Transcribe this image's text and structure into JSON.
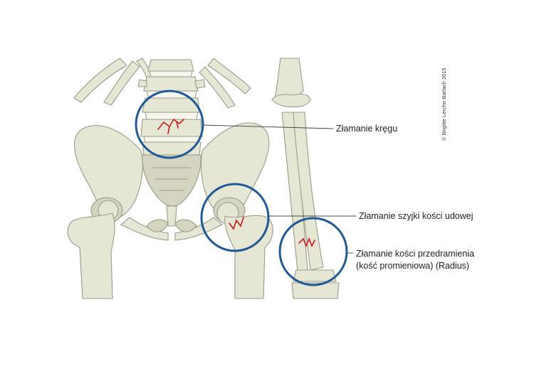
{
  "callouts": [
    {
      "id": "vertebra",
      "label_lines": [
        "Złamanie kręgu"
      ]
    },
    {
      "id": "femoral-neck",
      "label_lines": [
        "Złamanie szyjki kości udowej"
      ]
    },
    {
      "id": "forearm",
      "label_lines": [
        "Złamanie kości przedramienia",
        "(kość promieniowa) (Radius)"
      ]
    }
  ],
  "copyright": "© Birgitte Lerche-Barlach 2015",
  "colors": {
    "bone_fill": "#e6e6d4",
    "bone_outline": "#9a9a88",
    "callout_ring": "#1f5a96",
    "fracture_line": "#cc1a1a"
  }
}
